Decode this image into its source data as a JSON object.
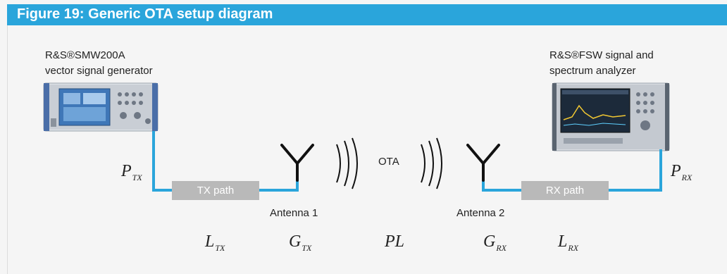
{
  "title": "Figure 19: Generic OTA setup diagram",
  "generator": {
    "name_line1": "R&S®SMW200A",
    "name_line2": "vector signal generator"
  },
  "analyzer": {
    "name_line1": "R&S®FSW signal and",
    "name_line2": "spectrum analyzer"
  },
  "tx_path_label": "TX path",
  "rx_path_label": "RX path",
  "antenna1_label": "Antenna 1",
  "antenna2_label": "Antenna 2",
  "ota_label": "OTA",
  "symbols": {
    "p_tx": {
      "main": "P",
      "sub": "TX"
    },
    "p_rx": {
      "main": "P",
      "sub": "RX"
    },
    "l_tx": {
      "main": "L",
      "sub": "TX"
    },
    "g_tx": {
      "main": "G",
      "sub": "TX"
    },
    "pl": {
      "main": "PL",
      "sub": ""
    },
    "g_rx": {
      "main": "G",
      "sub": "RX"
    },
    "l_rx": {
      "main": "L",
      "sub": "RX"
    }
  },
  "colors": {
    "title_bar": "#2aa5db",
    "cable": "#2aa5db",
    "path_box": "#b9b9b9"
  }
}
